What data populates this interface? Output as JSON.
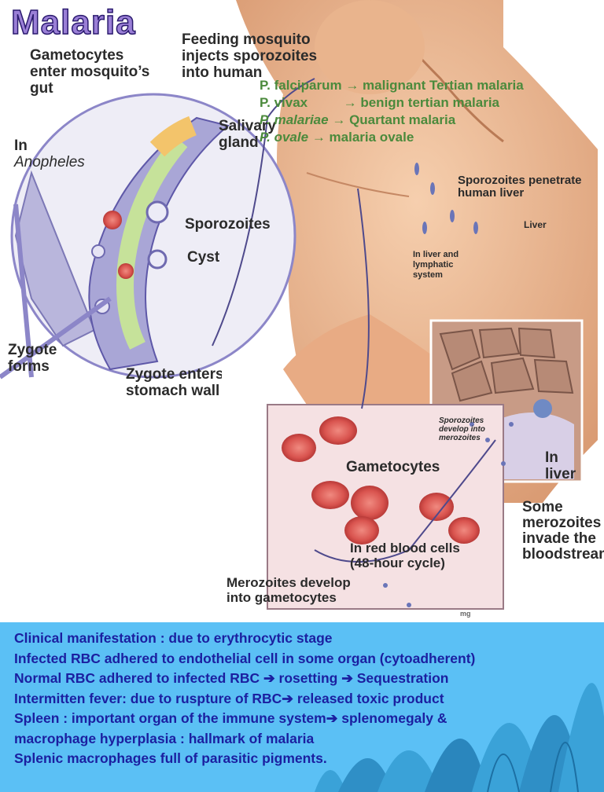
{
  "title": "Malaria",
  "diagram": {
    "gametocytes_enter": "Gametocytes\nenter mosquito’s\ngut",
    "feeding_mosquito": "Feeding mosquito\ninjects sporozoites\ninto human",
    "in_anopheles_prefix": "In",
    "in_anopheles_name": "Anopheles",
    "salivary_gland": "Salivary\ngland",
    "sporozoites": "Sporozoites",
    "cyst": "Cyst",
    "zygote_forms": "Zygote\nforms",
    "zygote_enters": "Zygote enters\nstomach wall",
    "sporozoites_penetrate": "Sporozoites penetrate\nhuman liver",
    "liver": "Liver",
    "in_liver_lymph": "In liver and\nlymphatic\nsystem",
    "sporozoites_develop": "Sporozoites\ndevelop into\nmerozoites",
    "in_liver": "In\nliver",
    "gametocytes": "Gametocytes",
    "some_merozoites": "Some\nmerozoites\ninvade the\nbloodstream",
    "in_red_blood_cells": "In red blood cells\n(48-hour cycle)",
    "merozoites_develop": "Merozoites develop\ninto gametocytes",
    "watermark": "mg"
  },
  "species": [
    {
      "name": "P. falciparum",
      "arrow": "→",
      "desc": "malignant Tertian malaria"
    },
    {
      "name": "P. vivax",
      "arrow": "→",
      "desc": "benign tertian malaria"
    },
    {
      "name": "P. malariae",
      "arrow": "→",
      "desc": "Quartant malaria"
    },
    {
      "name": "P. ovale",
      "arrow": "→",
      "desc": "malaria ovale"
    }
  ],
  "info": {
    "lines": [
      "Clinical manifestation : due to erythrocytic stage",
      "Infected RBC adhered to endothelial cell in some organ (cytoadherent)",
      "Normal RBC adhered to infected RBC ➔ rosetting ➔ Sequestration",
      "Intermitten fever: due to ruspture of RBC➔ released toxic product",
      "Spleen : important organ of the immune system➔ splenomegaly &",
      "macrophage hyperplasia : hallmark of malaria",
      "Splenic macrophages full of parasitic pigments."
    ]
  },
  "colors": {
    "title_fill": "#9a7fd6",
    "species_text": "#4b8a3c",
    "info_background": "#5bc0f5",
    "info_text": "#1b1fa0",
    "skin": "#f0c09c",
    "mosquito_gut": "#8c86c8",
    "rbc": "#d9544f"
  },
  "icons": [
    "mosquito-gut-illustration",
    "human-figure-illustration",
    "liver-cells-inset",
    "red-blood-cells-inset",
    "seaweed-decoration"
  ]
}
